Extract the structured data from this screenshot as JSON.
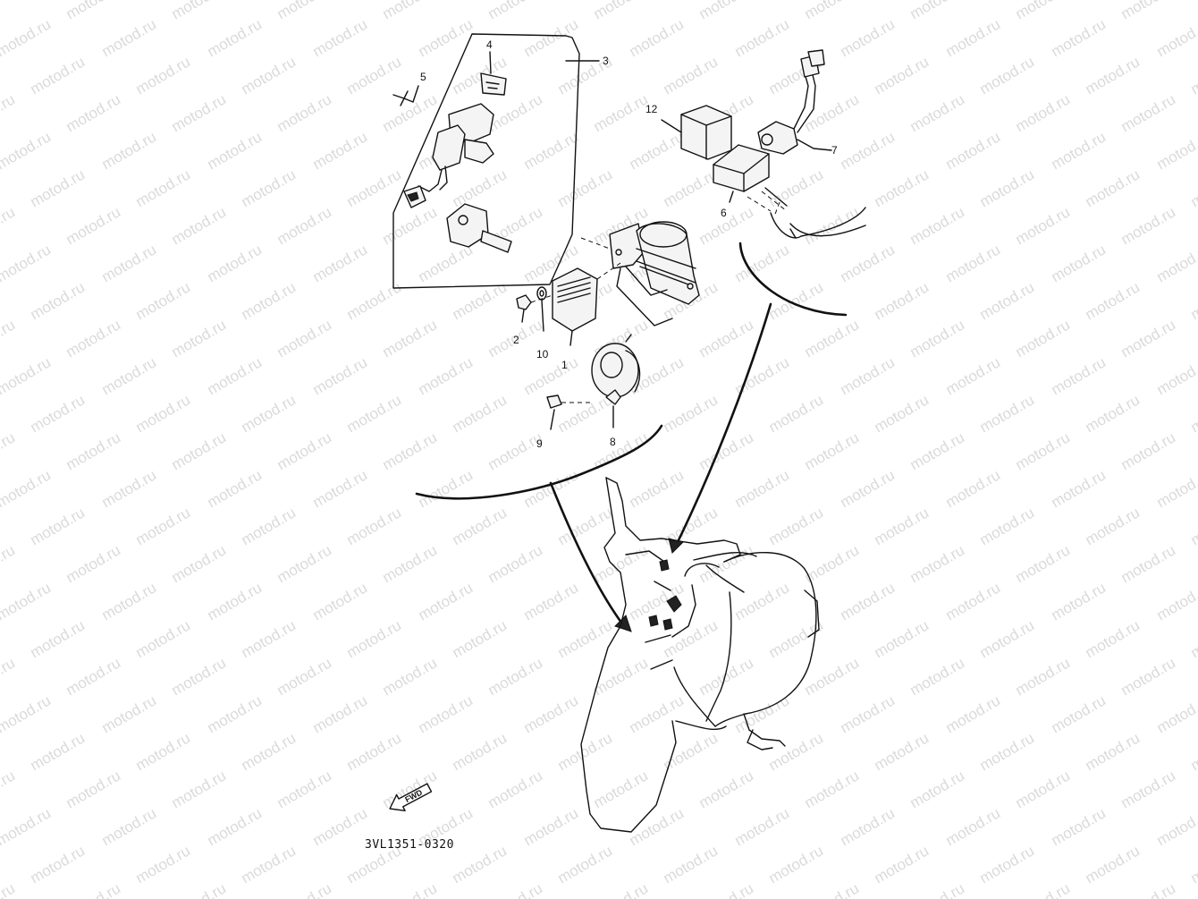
{
  "watermark": "motod.ru",
  "diagram_code": "3VL1351-0320",
  "fwd_label": "FWD",
  "callouts": [
    {
      "id": "c1",
      "label": "1"
    },
    {
      "id": "c2",
      "label": "2"
    },
    {
      "id": "c3",
      "label": "3"
    },
    {
      "id": "c4",
      "label": "4"
    },
    {
      "id": "c5",
      "label": "5"
    },
    {
      "id": "c6",
      "label": "6"
    },
    {
      "id": "c7",
      "label": "7"
    },
    {
      "id": "c8",
      "label": "8"
    },
    {
      "id": "c9",
      "label": "9"
    },
    {
      "id": "c10",
      "label": "10"
    },
    {
      "id": "c12",
      "label": "12"
    }
  ]
}
